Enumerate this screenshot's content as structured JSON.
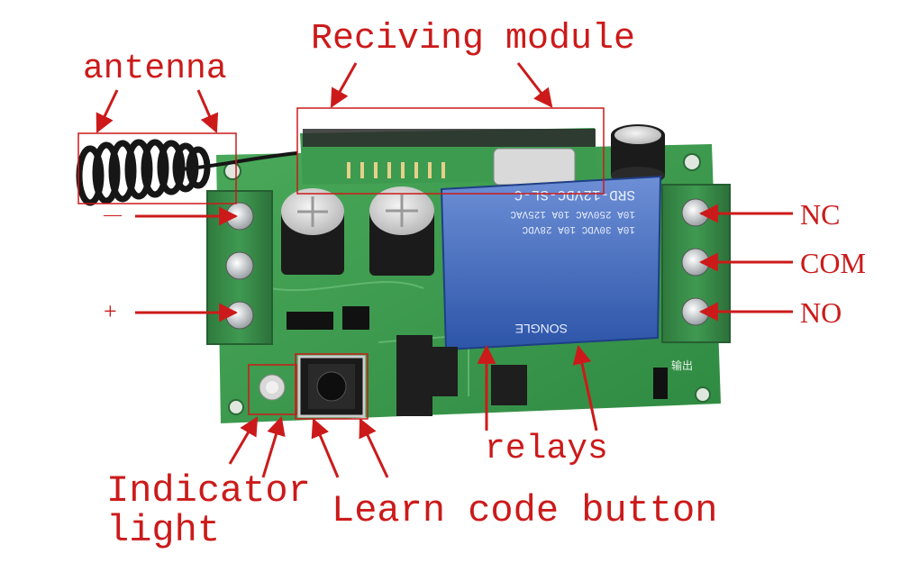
{
  "labels": {
    "receiving_module": "Reciving module",
    "antenna": "antenna",
    "minus": "—",
    "plus": "+",
    "nc": "NC",
    "com": "COM",
    "no": "NO",
    "relays": "relays",
    "indicator_light_line1": "Indicator",
    "indicator_light_line2": "light",
    "learn_code_button": "Learn code button"
  },
  "relay_marking": {
    "model": "SRD-12VDC-SL-C",
    "ratings": [
      "10A 250VAC  10A 125VAC",
      "10A 30VDC  10A 28VDC"
    ],
    "brand": "SONGLE"
  },
  "board_marking": {
    "output": "输出"
  },
  "colors": {
    "annotation_red": "#cc1a1a",
    "pcb_green": "#3f9a4c",
    "terminal_green": "#3c8a4a",
    "relay_blue": "#3a63b8",
    "capacitor_black": "#1b1b1b",
    "antenna_black": "#161616"
  },
  "icons": [
    "antenna-coil-icon",
    "capacitor-icon",
    "relay-icon",
    "push-button-icon",
    "led-icon",
    "screw-terminal-icon"
  ]
}
